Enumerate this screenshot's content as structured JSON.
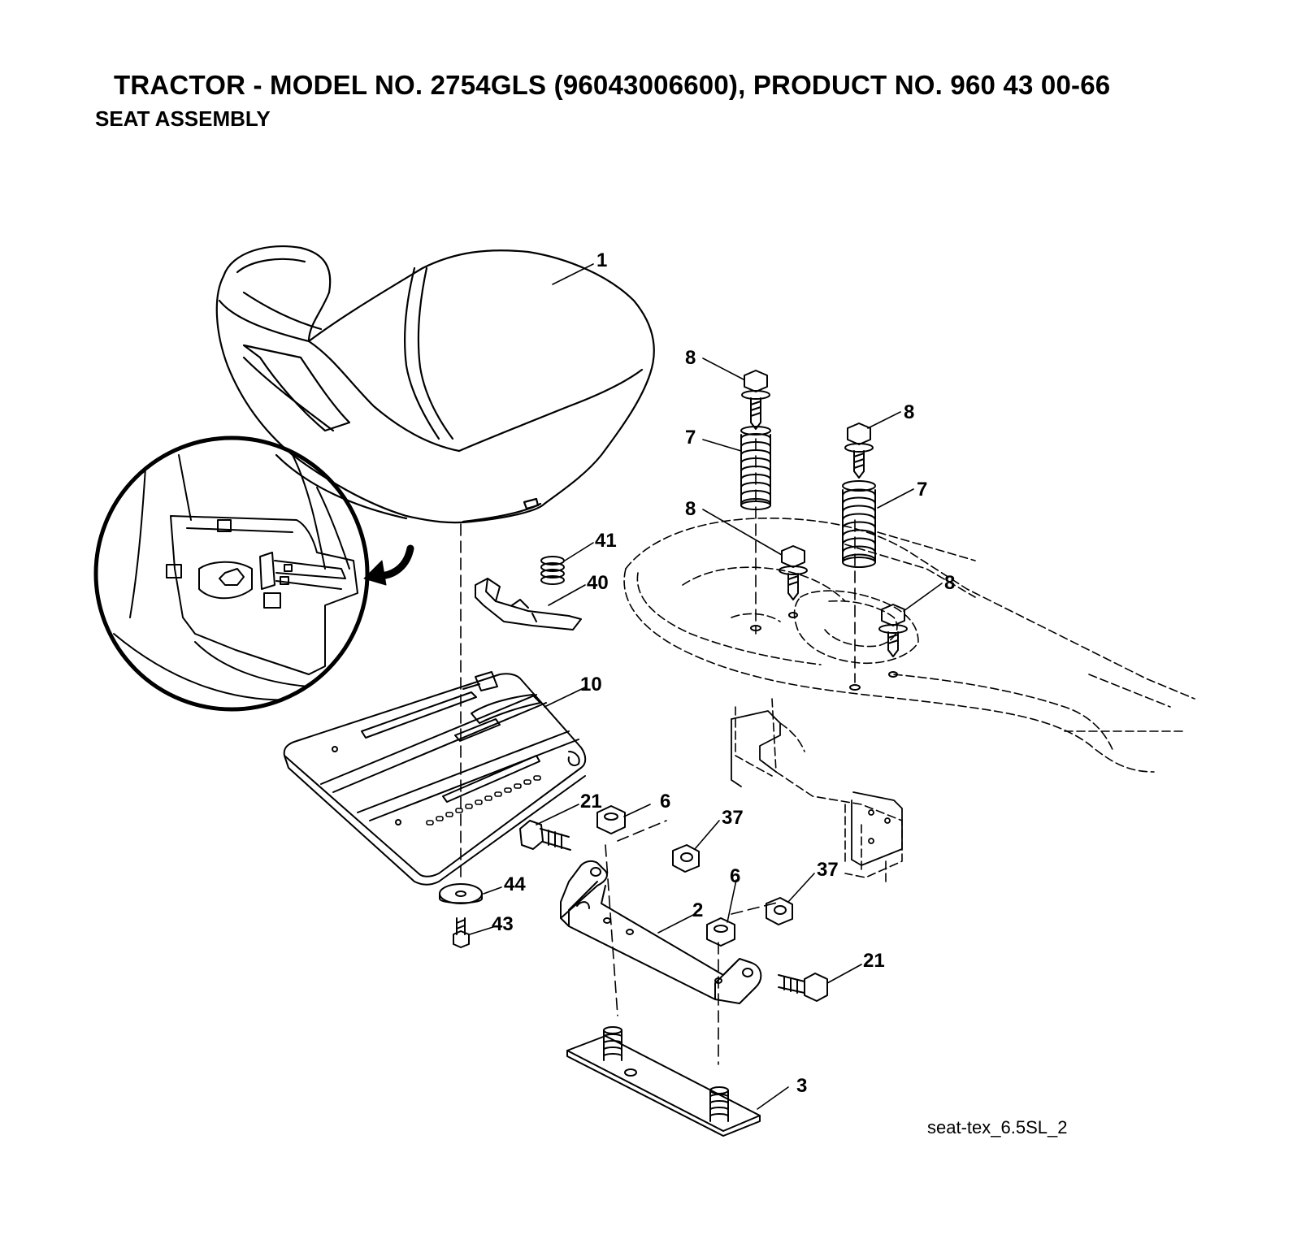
{
  "header": {
    "title": "TRACTOR - MODEL NO. 2754GLS (96043006600), PRODUCT NO. 960 43 00-66",
    "subtitle": "SEAT ASSEMBLY"
  },
  "diagram_code": "seat-tex_6.5SL_2",
  "callouts": [
    {
      "id": "c1",
      "label": "1"
    },
    {
      "id": "c8a",
      "label": "8"
    },
    {
      "id": "c8b",
      "label": "8"
    },
    {
      "id": "c8c",
      "label": "8"
    },
    {
      "id": "c8d",
      "label": "8"
    },
    {
      "id": "c7a",
      "label": "7"
    },
    {
      "id": "c7b",
      "label": "7"
    },
    {
      "id": "c41",
      "label": "41"
    },
    {
      "id": "c40",
      "label": "40"
    },
    {
      "id": "c10",
      "label": "10"
    },
    {
      "id": "c21a",
      "label": "21"
    },
    {
      "id": "c6a",
      "label": "6"
    },
    {
      "id": "c37a",
      "label": "37"
    },
    {
      "id": "c6b",
      "label": "6"
    },
    {
      "id": "c37b",
      "label": "37"
    },
    {
      "id": "c2",
      "label": "2"
    },
    {
      "id": "c44",
      "label": "44"
    },
    {
      "id": "c43",
      "label": "43"
    },
    {
      "id": "c21b",
      "label": "21"
    },
    {
      "id": "c3",
      "label": "3"
    }
  ]
}
